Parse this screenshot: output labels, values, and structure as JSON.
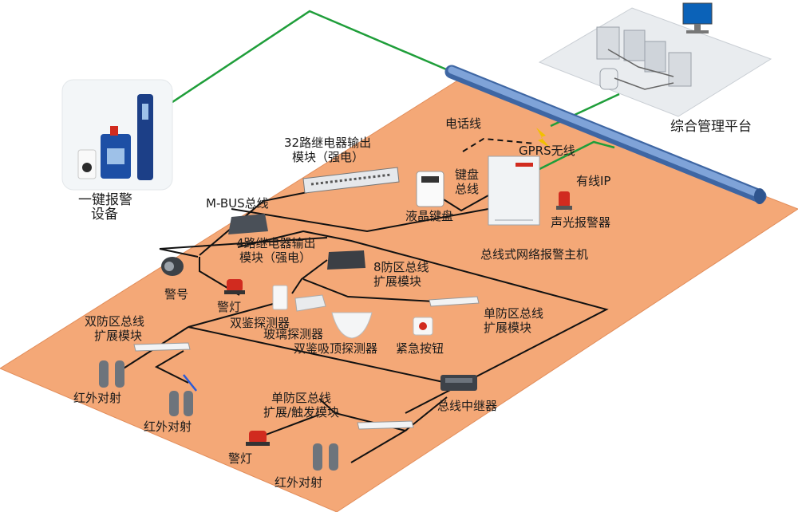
{
  "colors": {
    "floor": "#f4a877",
    "floor_edge": "#e28d5a",
    "bus_line": "#111111",
    "green_line": "#1f9e3a",
    "cable": "#5b86c4",
    "platform": "#e9ecef"
  },
  "labels": {
    "one_key_alarm_1": "一键报警",
    "one_key_alarm_2": "设备",
    "mgmt_platform": "综合管理平台",
    "phone_line": "电话线",
    "gprs": "GPRS无线",
    "wired_ip": "有线IP",
    "relay32_1": "32路继电器输出",
    "relay32_2": "模块（强电）",
    "keypad_bus_1": "键盘",
    "keypad_bus_2": "总线",
    "lcd_keypad": "液晶键盘",
    "sound_light_alarm": "声光报警器",
    "mbus": "M-BUS总线",
    "relay4_1": "4路继电器输出",
    "relay4_2": "模块（强电）",
    "zone8_1": "8防区总线",
    "zone8_2": "扩展模块",
    "bus_host": "总线式网络报警主机",
    "siren": "警号",
    "strobe": "警灯",
    "dual_detector": "双鉴探测器",
    "glass_detector": "玻璃探测器",
    "dual_ceiling": "双鉴吸顶探测器",
    "panic_button": "紧急按钮",
    "single_zone_1": "单防区总线",
    "single_zone_2": "扩展模块",
    "dual_zone_1": "双防区总线",
    "dual_zone_2": "扩展模块",
    "ir_beam_a": "红外对射",
    "ir_beam_b": "红外对射",
    "repeater": "总线中继器",
    "single_trigger_1": "单防区总线",
    "single_trigger_2": "扩展/触发模块",
    "strobe_b": "警灯",
    "ir_beam_c": "红外对射"
  }
}
